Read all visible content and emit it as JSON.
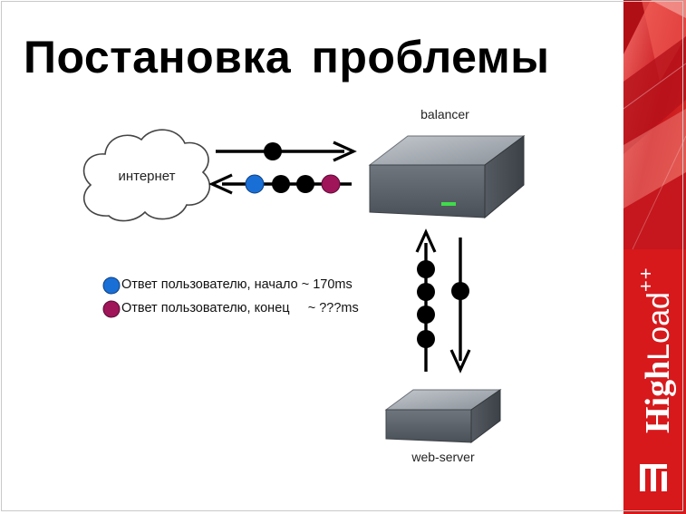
{
  "slide": {
    "title": "Постановка проблемы"
  },
  "diagram": {
    "cloud_label": "интернет",
    "balancer_label": "balancer",
    "webserver_label": "web-server"
  },
  "legend": [
    {
      "color": "#1a6fd6",
      "text": "Ответ пользователю, начало ~ 170ms"
    },
    {
      "color": "#a0145a",
      "text": "Ответ пользователю, конец     ~ ???ms"
    }
  ],
  "brand": {
    "high": "High",
    "load": "Load",
    "plus": "++"
  },
  "colors": {
    "accent": "#d7191c",
    "server_body": "#5f6670",
    "server_top": "#aeb4bb",
    "led": "#3fdc4a"
  },
  "icons": [
    "cloud-icon",
    "server-icon",
    "highload-logo-icon"
  ]
}
